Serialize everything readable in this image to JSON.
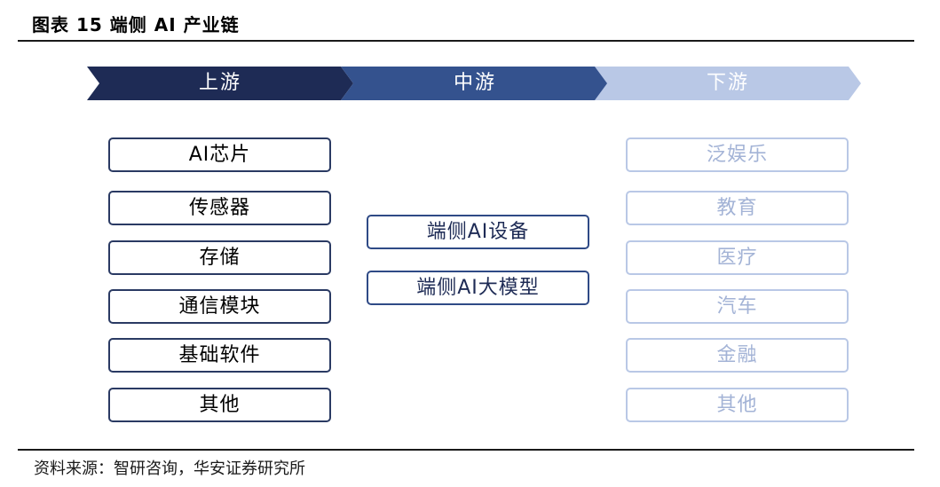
{
  "figure": {
    "title": "图表 15 端侧 AI 产业链",
    "source": "资料来源：智研咨询，华安证券研究所"
  },
  "stages": [
    {
      "label": "上游",
      "color": "#1e2b55"
    },
    {
      "label": "中游",
      "color": "#34528e"
    },
    {
      "label": "下游",
      "color": "#b9c8e6"
    }
  ],
  "upstream": {
    "items": [
      "AI芯片",
      "传感器",
      "存储",
      "通信模块",
      "基础软件",
      "其他"
    ]
  },
  "midstream": {
    "items": [
      "端侧AI设备",
      "端侧AI大模型"
    ]
  },
  "downstream": {
    "items": [
      "泛娱乐",
      "教育",
      "医疗",
      "汽车",
      "金融",
      "其他"
    ]
  }
}
